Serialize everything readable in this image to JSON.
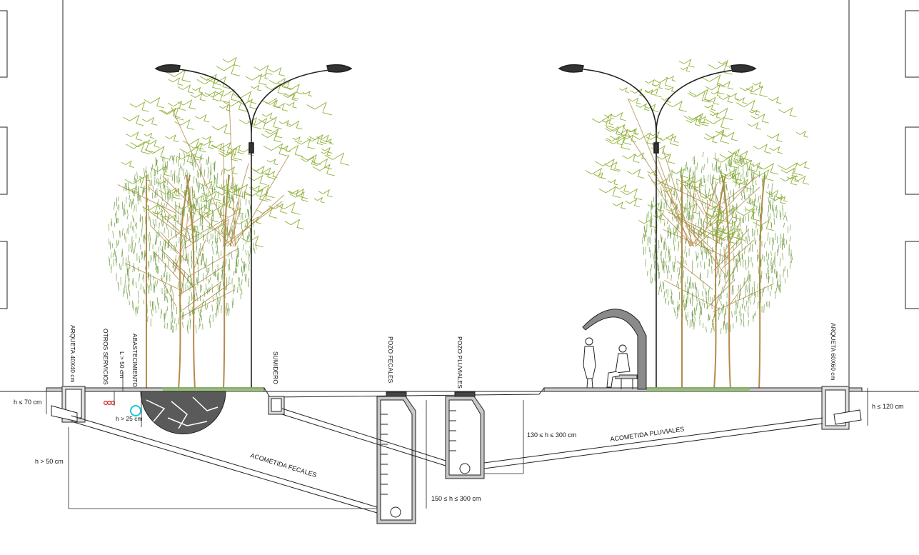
{
  "labels": {
    "arqueta_left": "ARQUETA 40X40 cm",
    "otros_servicios": "OTROS SERVICIOS",
    "l_gt_50": "L > 50 cm",
    "abastecimiento": "ABASTECIMIENTO",
    "sumidero": "SUMIDERO",
    "pozo_fecales": "POZO FECALES",
    "pozo_pluviales": "POZO PLUVIALES",
    "arqueta_right": "ARQUETA 60X60 cm",
    "h_le_70": "h ≤ 70 cm",
    "h_gt_25": "h > 25 cm",
    "h_gt_50": "h > 50 cm",
    "acometida_fecales": "ACOMETIDA FECALES",
    "acometida_pluviales": "ACOMETIDA PLUVIALES",
    "h_le_120": "h ≤ 120 cm",
    "h_130_300": "130 ≤ h ≤ 300 cm",
    "h_150_300": "150 ≤ h ≤ 300 cm"
  },
  "colors": {
    "line": "#222222",
    "tree_canopy": "#8fb23a",
    "willow": "#6c9a3e",
    "trunk": "#b58a4a",
    "grass": "#8bb86a",
    "pit": "#c8c8c8",
    "water_pipe": "#19c8d8",
    "services": "#e02020"
  }
}
